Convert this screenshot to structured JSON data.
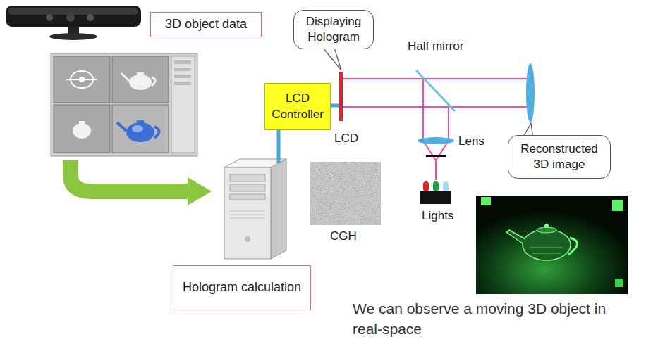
{
  "diagram": {
    "caption": "We can observe a moving 3D object in real-space",
    "nodes": [
      {
        "text": [
          "3D object data"
        ]
      },
      {
        "text": [
          "Displaying Hologram"
        ]
      },
      {
        "text": [
          "LCD Controller"
        ]
      },
      {
        "text": [
          "Reconstructed 3D image"
        ]
      },
      {
        "text": [
          "Hologram calculation"
        ]
      }
    ],
    "labels": [
      "Half mirror",
      "LCD",
      "Lens",
      "Lights",
      "CGH"
    ]
  }
}
